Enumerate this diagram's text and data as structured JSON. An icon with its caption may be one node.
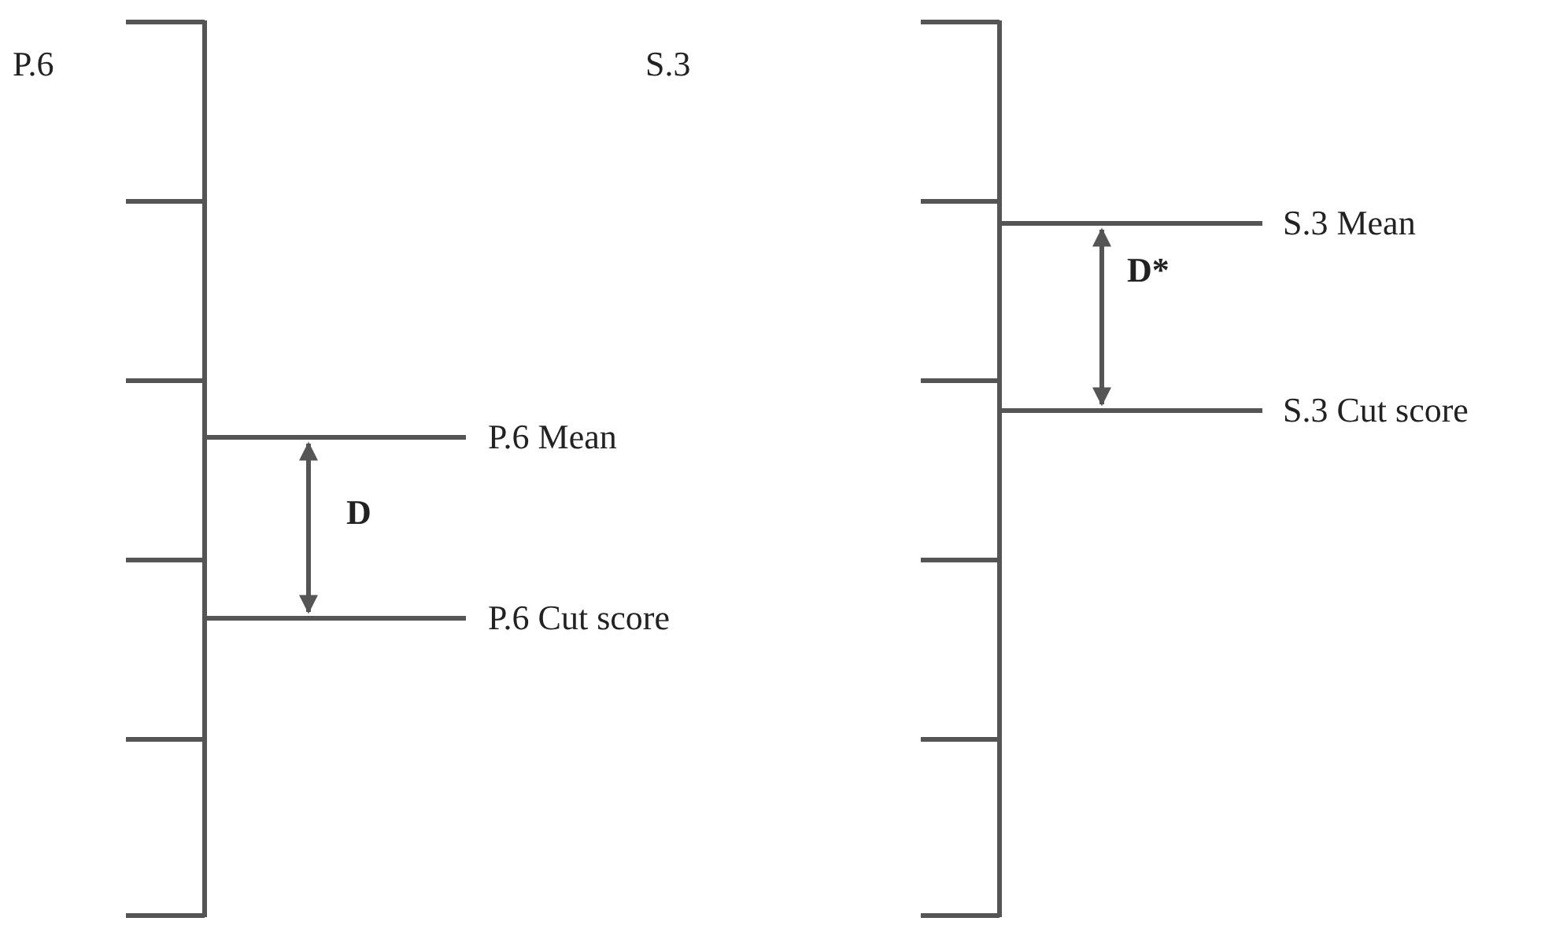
{
  "diagram": {
    "labels": [
      "P.6",
      "S.3",
      "P.6 Mean",
      "D",
      "P.6 Cut score",
      "S.3 Mean",
      "D*",
      "S.3 Cut score"
    ]
  }
}
